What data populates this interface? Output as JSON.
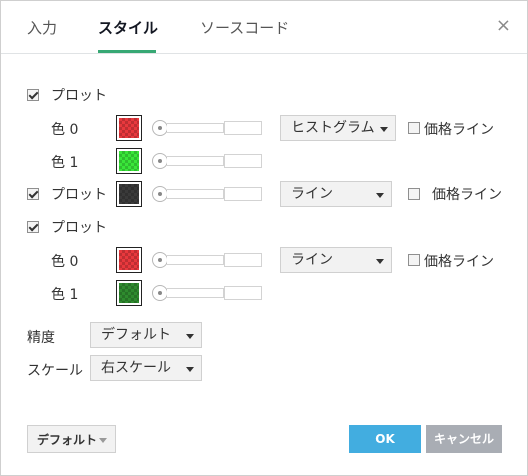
{
  "tabs": [
    {
      "label": "入力"
    },
    {
      "label": "スタイル"
    },
    {
      "label": "ソースコード"
    }
  ],
  "close_icon": "×",
  "plot1": {
    "label": "プロット",
    "checked": true,
    "colors": [
      {
        "label": "色 0",
        "color": "#e8383d"
      },
      {
        "label": "色 1",
        "color": "#39e639"
      }
    ],
    "style": "ヒストグラム",
    "price_line_label": "価格ライン"
  },
  "plot2": {
    "label": "プロット",
    "checked": true,
    "color": "#3a3a3a",
    "style": "ライン",
    "price_line_label": "価格ライン"
  },
  "plot3": {
    "label": "プロット",
    "checked": true,
    "colors": [
      {
        "label": "色 0",
        "color": "#e8383d"
      },
      {
        "label": "色 1",
        "color": "#2e8b2e"
      }
    ],
    "style": "ライン",
    "price_line_label": "価格ライン"
  },
  "precision": {
    "label": "精度",
    "value": "デフォルト"
  },
  "scale": {
    "label": "スケール",
    "value": "右スケール"
  },
  "footer": {
    "defaults_label": "デフォルト",
    "ok_label": "OK",
    "cancel_label": "キャンセル"
  },
  "colors": {
    "accent": "#37a874",
    "ok": "#42ade0",
    "cancel": "#a9adb4"
  }
}
